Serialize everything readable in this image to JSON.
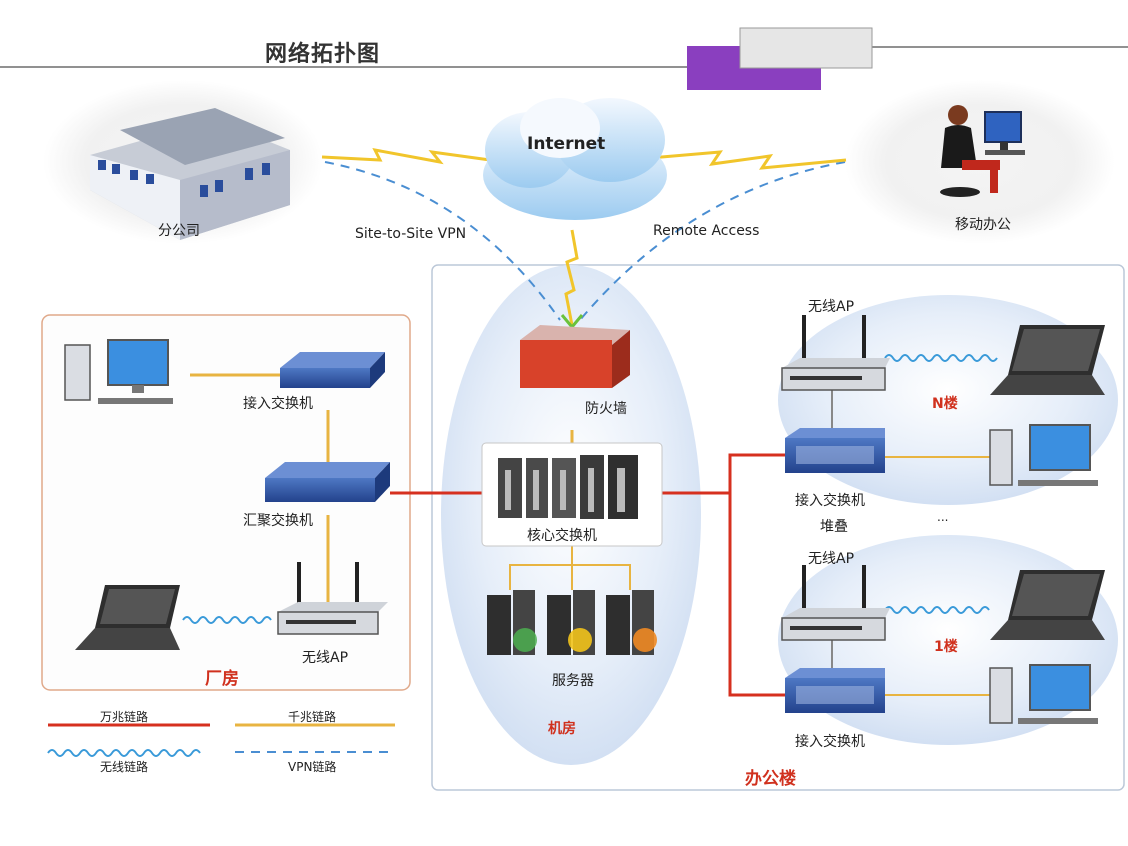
{
  "title": "网络拓扑图",
  "internet_label": "Internet",
  "branch_label": "分公司",
  "mobile_label": "移动办公",
  "vpn_site_label": "Site-to-Site VPN",
  "remote_access_label": "Remote Access",
  "factory": {
    "zone_label": "厂房",
    "access_switch_label": "接入交换机",
    "aggregation_switch_label": "汇聚交换机",
    "wireless_ap_label": "无线AP"
  },
  "datacenter": {
    "zone_label": "机房",
    "firewall_label": "防火墙",
    "core_switch_label": "核心交换机",
    "servers_label": "服务器"
  },
  "office": {
    "zone_label": "办公楼",
    "floor_n_label": "N楼",
    "floor_1_label": "1楼",
    "ap_top_label": "无线AP",
    "ap_bottom_label": "无线AP",
    "access_top_label": "接入交换机",
    "access_top_sub": "堆叠",
    "access_bottom_label": "接入交换机",
    "ellipsis": "..."
  },
  "legend": {
    "gigabit": "万兆链路",
    "hundred": "千兆链路",
    "wireless": "无线链路",
    "vpn": "VPN链路"
  },
  "colors": {
    "red_link": "#d6301f",
    "orange_link": "#e8b441",
    "wireless_link": "#3a9ad9",
    "vpn_link": "#4a8ed2",
    "zone_border_factory": "#e0a98a",
    "zone_border_office": "#bcc8d8",
    "ellipse_fill": "#e3ecf8",
    "accent_purple": "#8a3fbf",
    "title_gray": "#333333"
  }
}
